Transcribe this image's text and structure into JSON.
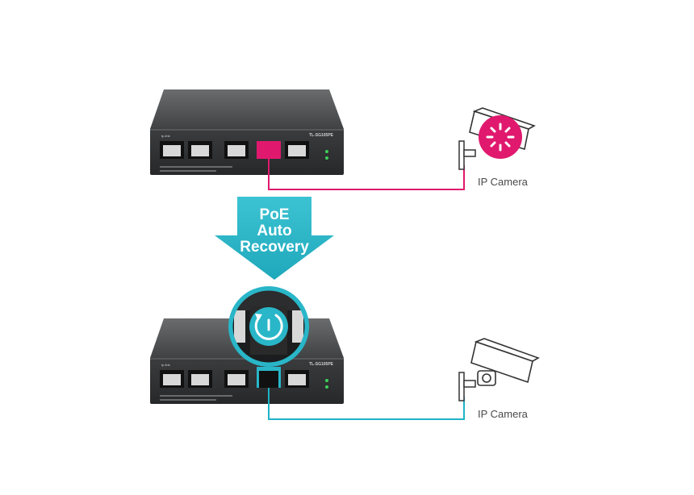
{
  "top_camera": {
    "label": "IP Camera",
    "cable_color": "#e0196e"
  },
  "bottom_camera": {
    "label": "IP Camera",
    "cable_color": "#1eb3c6"
  },
  "arrow": {
    "lines": [
      "PoE",
      "Auto",
      "Recovery"
    ],
    "color": "#29b6c8"
  },
  "switch": {
    "model": "TL-SG105PE",
    "brand": "tp-link"
  }
}
